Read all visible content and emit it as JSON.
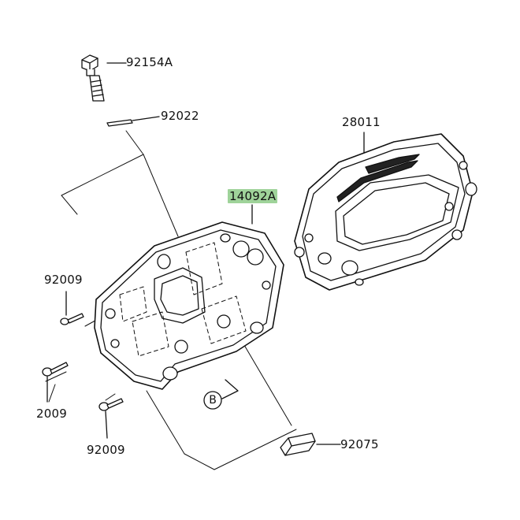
{
  "callouts": {
    "bolt": "92154A",
    "washer": "92022",
    "meter_assy": "28011",
    "case": "14092A",
    "screw_upper_left": "92009",
    "screw_mid_left": "2009",
    "screw_lower": "92009",
    "grommet": "92075"
  },
  "reference_mark": "B",
  "highlight_color": "#9fd39a",
  "highlighted_part": "14092A"
}
